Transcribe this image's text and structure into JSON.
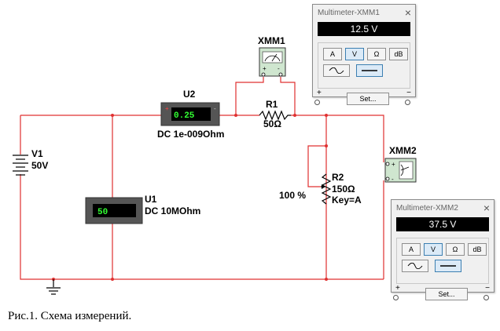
{
  "circuit": {
    "v1": {
      "name": "V1",
      "value": "50V"
    },
    "u1": {
      "name": "U1",
      "reading": "50",
      "mode": "DC  10MOhm"
    },
    "u2": {
      "name": "U2",
      "reading": "0.25",
      "mode": "DC  1e-009Ohm"
    },
    "r1": {
      "name": "R1",
      "value": "50Ω"
    },
    "r2": {
      "name": "R2",
      "value": "150Ω",
      "key": "Key=A",
      "percent": "100 %"
    },
    "xmm1": {
      "name": "XMM1"
    },
    "xmm2": {
      "name": "XMM2"
    },
    "wire_color": "#e03030"
  },
  "multimeters": [
    {
      "title": "Multimeter-XMM1",
      "reading": "12.5 V",
      "modes": [
        "A",
        "V",
        "Ω",
        "dB"
      ],
      "active_mode": "V",
      "set_label": "Set...",
      "plus": "+",
      "minus": "−"
    },
    {
      "title": "Multimeter-XMM2",
      "reading": "37.5 V",
      "modes": [
        "A",
        "V",
        "Ω",
        "dB"
      ],
      "active_mode": "V",
      "set_label": "Set...",
      "plus": "+",
      "minus": "−"
    }
  ],
  "caption": "Рис.1. Схема измерений."
}
